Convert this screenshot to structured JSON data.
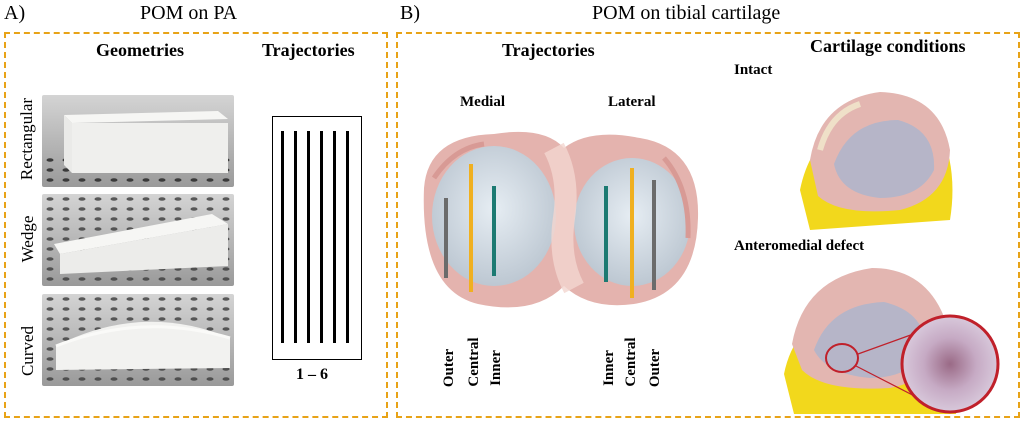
{
  "panel_a": {
    "label": "A)",
    "title": "POM on PA",
    "col_geometries": "Geometries",
    "col_trajectories": "Trajectories",
    "rows": [
      "Rectangular",
      "Wedge",
      "Curved"
    ],
    "range_label": "1 – 6",
    "line_count": 6
  },
  "panel_b": {
    "label": "B)",
    "title": "POM on tibial cartilage",
    "col_trajectories": "Trajectories",
    "col_conditions": "Cartilage conditions",
    "medial": "Medial",
    "lateral": "Lateral",
    "medial_labels": [
      "Outer",
      "Central",
      "Inner"
    ],
    "lateral_labels": [
      "Inner",
      "Central",
      "Outer"
    ],
    "condition_intact": "Intact",
    "condition_defect": "Anteromedial defect"
  },
  "colors": {
    "dashed_border": "#e8a317",
    "outer_line": "#6b6b6b",
    "central_line": "#f0b020",
    "inner_line": "#1c7a72",
    "defect_circle": "#c0202a",
    "support_yellow": "#f2d81c"
  }
}
